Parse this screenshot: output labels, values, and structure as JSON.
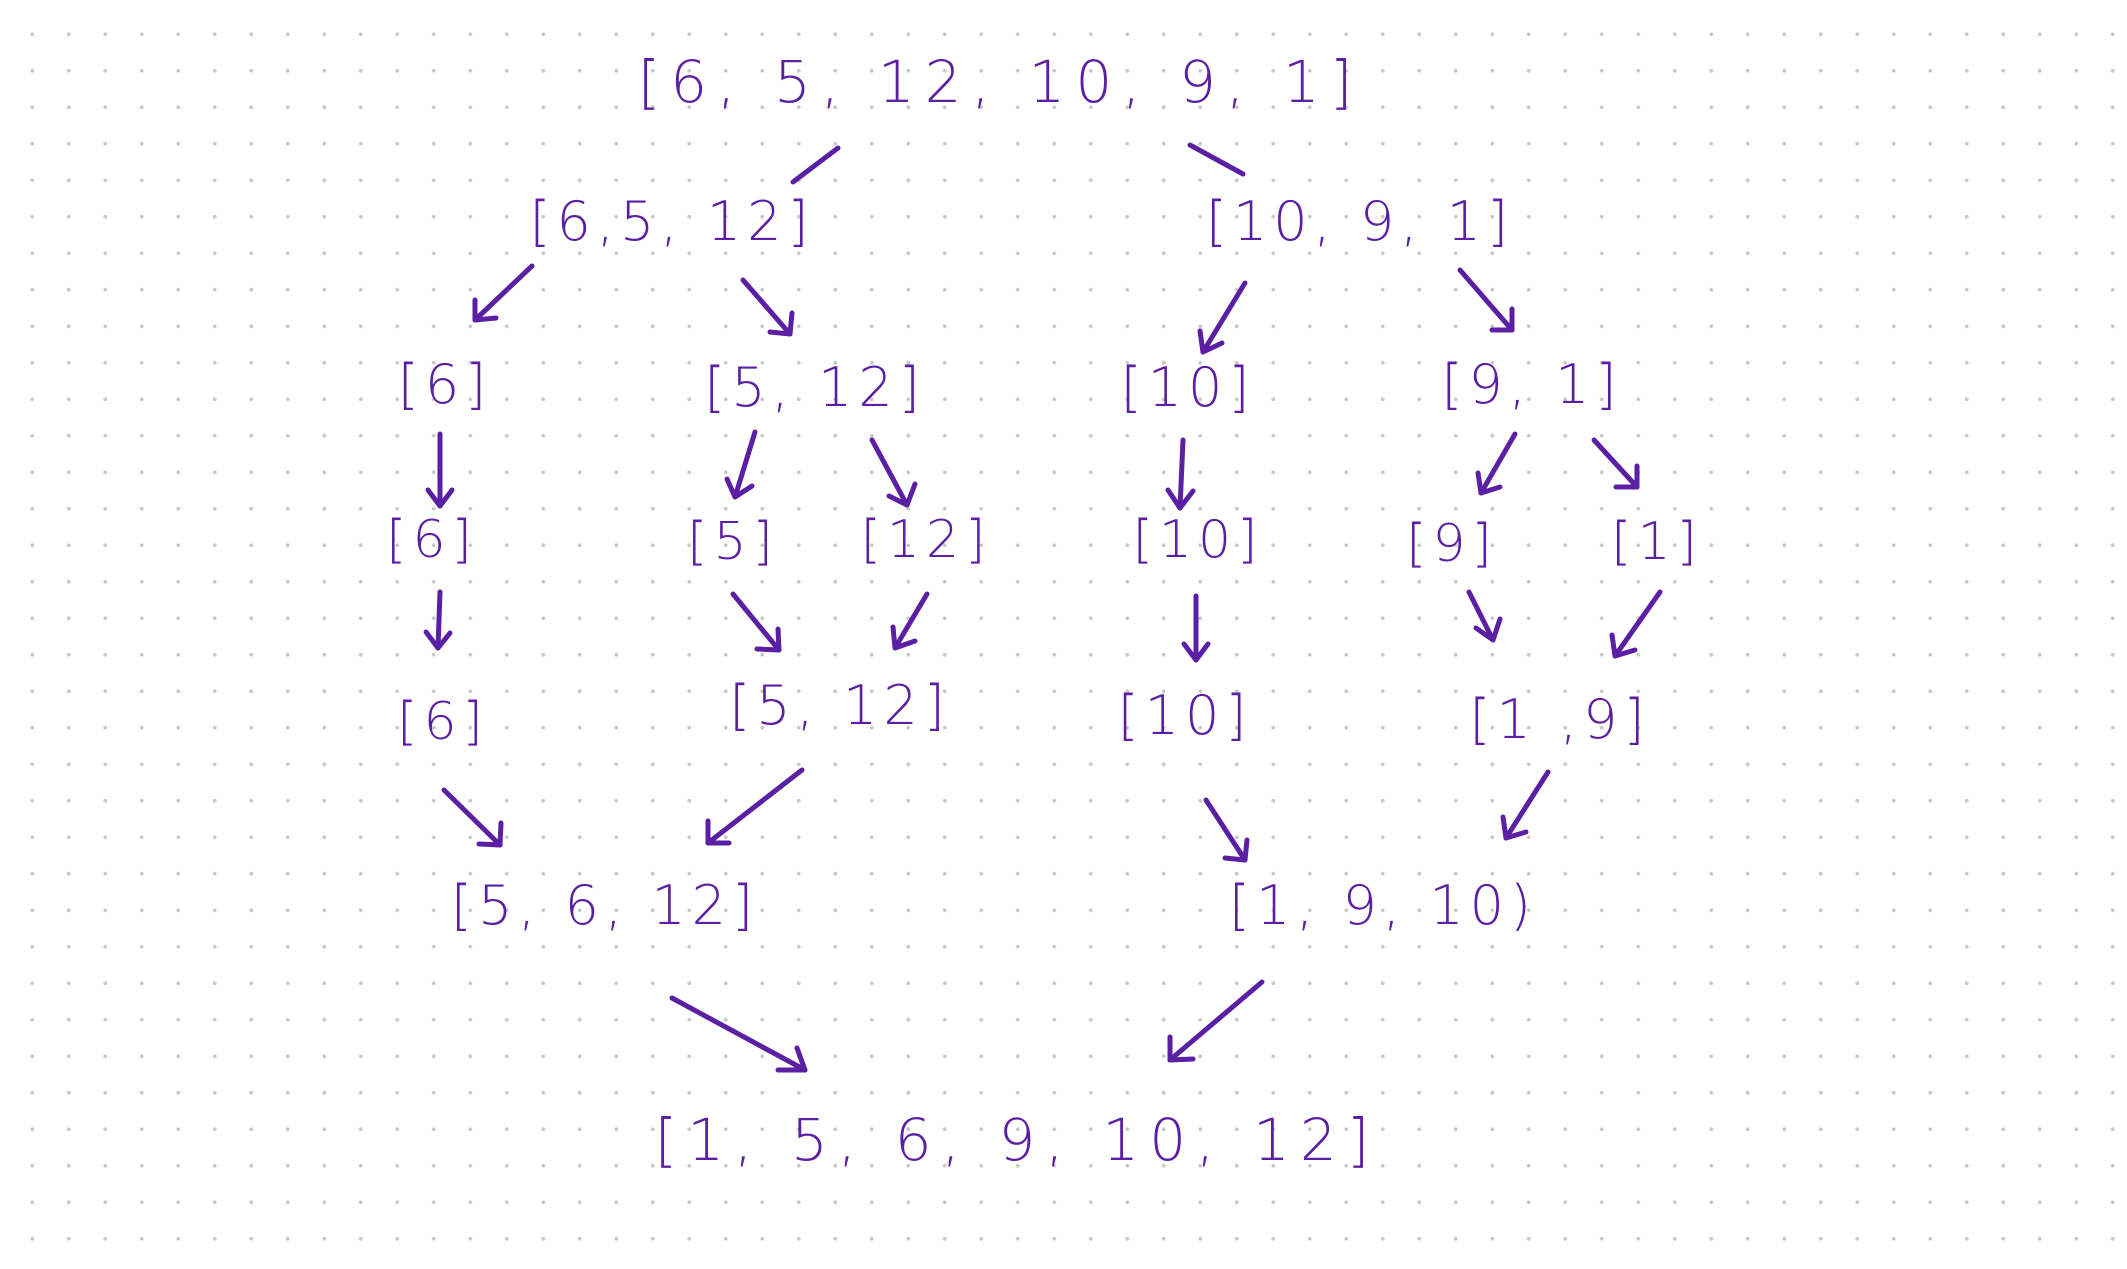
{
  "diagram": {
    "ink_color": "#5b1fa3",
    "nodes": {
      "root": "[6, 5, 12, 10, 9, 1]",
      "left_half": "[6,5, 12]",
      "right_half": "[10, 9, 1]",
      "l_single_6": "[6]",
      "l_pair_5_12": "[5, 12]",
      "r_single_10": "[10]",
      "r_pair_9_1": "[9, 1]",
      "leaf_6": "[6]",
      "leaf_5": "[5]",
      "leaf_12": "[12]",
      "leaf_10": "[10]",
      "leaf_9": "[9]",
      "leaf_1": "[1]",
      "merged_6": "[6]",
      "merged_5_12": "[5, 12]",
      "merged_10": "[10]",
      "merged_1_9": "[1 ,9]",
      "merged_5_6_12": "[5, 6, 12]",
      "merged_1_9_10": "[1, 9, 10)",
      "result": "[1, 5, 6, 9, 10, 12]"
    }
  }
}
